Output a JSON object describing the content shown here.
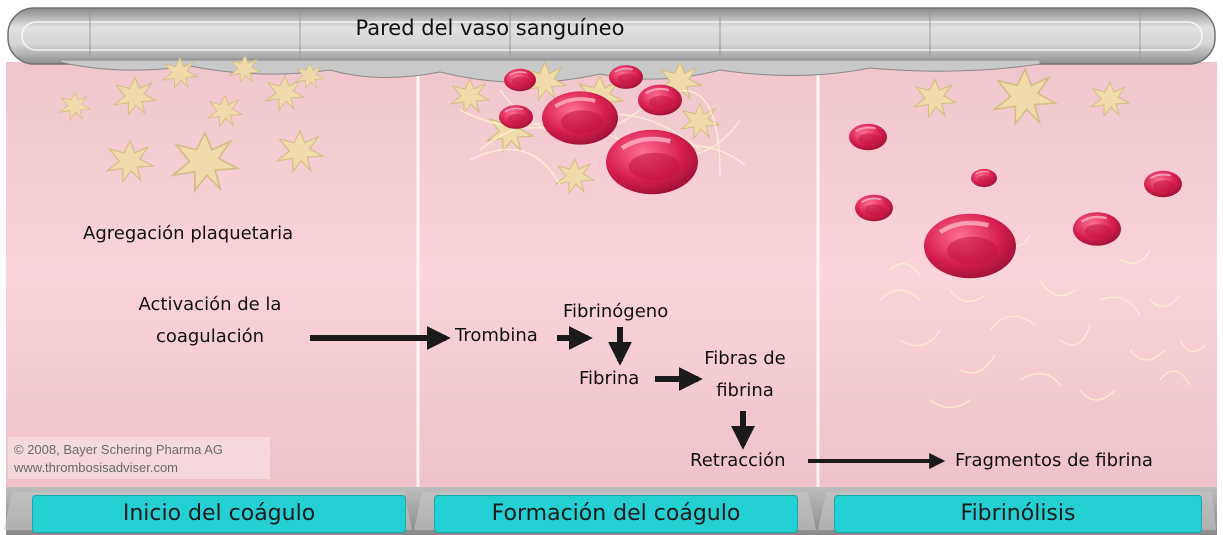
{
  "vessel_wall_label": "Pared del vaso sanguíneo",
  "labels": {
    "platelet_aggregation": "Agregación plaquetaria",
    "coag_activation_line1": "Activación de la",
    "coag_activation_line2": "coagulación",
    "thrombin": "Trombina",
    "fibrinogen": "Fibrinógeno",
    "fibrin": "Fibrina",
    "fibrin_fibers_line1": "Fibras de",
    "fibrin_fibers_line2": "fibrina",
    "retraction": "Retracción",
    "fibrin_fragments": "Fragmentos de fibrina"
  },
  "credit": {
    "line1": "© 2008, Bayer Schering Pharma AG",
    "line2": "www.thrombosisadviser.com"
  },
  "tabs": [
    "Inicio del coágulo",
    "Formación del coágulo",
    "Fibrinólisis"
  ],
  "colors": {
    "vessel_interior": "#f8ccd2",
    "vessel_wall": "#cfcfcf",
    "platelet": "#ecd8a4",
    "red_cell": "#d7204f",
    "tab": "#24d0d4",
    "bottom_band": "#a0a0a0"
  }
}
